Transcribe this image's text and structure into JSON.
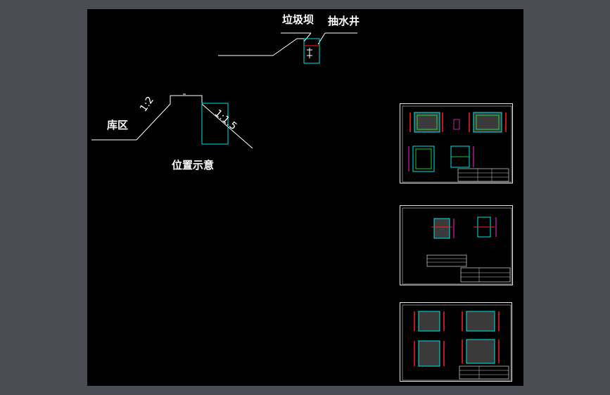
{
  "labels": {
    "dam": "垃圾坝",
    "well": "抽水井",
    "reservoir": "库区",
    "slope_left": "1:2",
    "slope_right": "1:1.5",
    "caption": "位置示意"
  },
  "colors": {
    "background": "#4a4e54",
    "canvas": "#000000",
    "line": "#ffffff",
    "cyan": "#00e5e5",
    "red": "#ff2020",
    "magenta": "#ff2bd6",
    "green": "#20ff40"
  }
}
